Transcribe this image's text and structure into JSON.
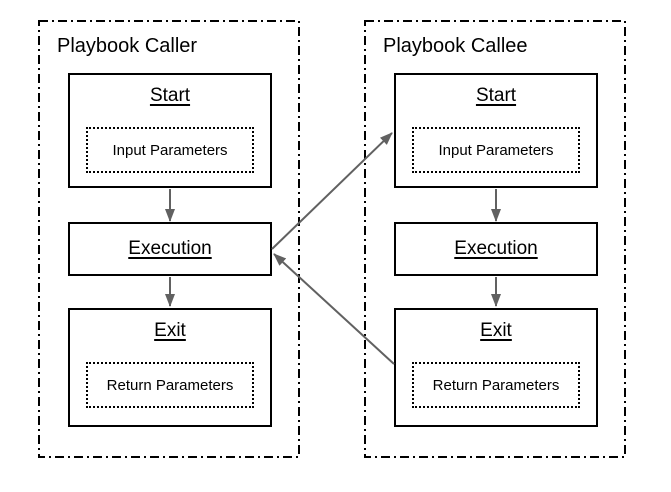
{
  "diagram": {
    "groups": [
      {
        "title": "Playbook Caller",
        "nodes": [
          {
            "title": "Start",
            "param": "Input Parameters"
          },
          {
            "title": "Execution"
          },
          {
            "title": "Exit",
            "param": "Return Parameters"
          }
        ]
      },
      {
        "title": "Playbook Callee",
        "nodes": [
          {
            "title": "Start",
            "param": "Input Parameters"
          },
          {
            "title": "Execution"
          },
          {
            "title": "Exit",
            "param": "Return Parameters"
          }
        ]
      }
    ],
    "edges": [
      {
        "from": "caller-start",
        "to": "caller-execution"
      },
      {
        "from": "caller-execution",
        "to": "caller-exit"
      },
      {
        "from": "callee-start",
        "to": "callee-execution"
      },
      {
        "from": "callee-execution",
        "to": "callee-exit"
      },
      {
        "from": "caller-execution",
        "to": "callee-start"
      },
      {
        "from": "callee-exit",
        "to": "caller-execution"
      }
    ],
    "colors": {
      "box_border": "#000000",
      "arrow": "#616161",
      "background": "#ffffff"
    }
  }
}
